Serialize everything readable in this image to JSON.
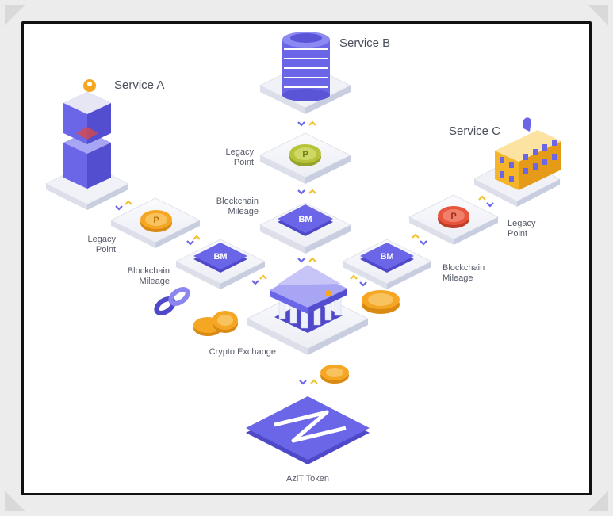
{
  "services": {
    "a": "Service A",
    "b": "Service B",
    "c": "Service C"
  },
  "labels": {
    "legacy_point_a": "Legacy\nPoint",
    "legacy_point_b": "Legacy\nPoint",
    "legacy_point_c": "Legacy\nPoint",
    "blockchain_mileage_a": "Blockchain\nMileage",
    "blockchain_mileage_b": "Blockchain\nMileage",
    "blockchain_mileage_c": "Blockchain\nMileage",
    "crypto_exchange": "Crypto Exchange",
    "azit_token": "AziT Token"
  },
  "coins": {
    "point_letter": "P",
    "mileage_badge": "BM"
  },
  "colors": {
    "accent": "#6b66e8",
    "accent_dark": "#4f49c9",
    "arrow_yellow": "#f2c230",
    "arrow_blue": "#6b66e8",
    "coin_orange": "#f5a623",
    "coin_green": "#b7c43a",
    "coin_red": "#e8553d",
    "tile": "#f3f4f8"
  }
}
